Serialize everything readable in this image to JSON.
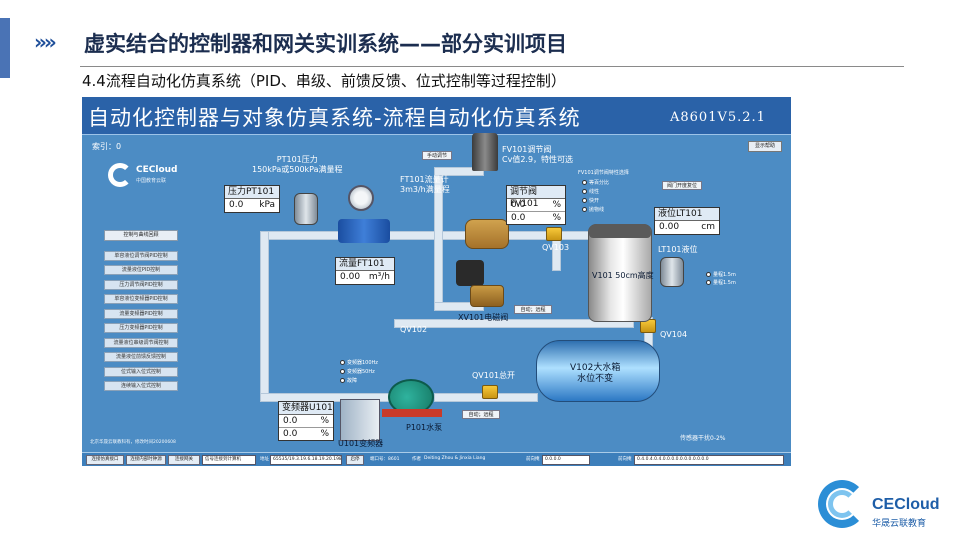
{
  "slide": {
    "chevrons": "»»",
    "title": "虚实结合的控制器和网关实训系统——部分实训项目",
    "subtitle": "4.4流程自动化仿真系统（PID、串级、前馈反馈、位式控制等过程控制）"
  },
  "sim": {
    "title": "自动化控制器与对象仿真系统-流程自动化仿真系统",
    "version": "A8601V5.2.1",
    "index_label": "索引：0",
    "help_button": "显示帮助",
    "logo_name": "CECloud",
    "logo_sub": "中国教育云联",
    "menu_head": "控制与曲线回顾",
    "menu_items": [
      "单容液位调节阀PID控制",
      "流量液位PID控制",
      "压力调节阀PID控制",
      "单容液位变频器PID控制",
      "流量变频器PID控制",
      "压力变频器PID控制",
      "流量液位串级调节阀控制",
      "流量液位前馈反馈控制",
      "位式输入位式控制",
      "连续输入位式控制"
    ],
    "pressure": {
      "label": "PT101压力\n150kPa或500kPa满量程",
      "panel_title": "压力PT101",
      "value": "0.0",
      "unit": "kPa"
    },
    "flowmeter": {
      "label": "FT101流量计\n3m3/h满量程",
      "panel_title": "流量FT101",
      "value": "0.00",
      "unit": "m³/h"
    },
    "control_valve": {
      "label": "FV101调节阀\nCv值2.9，特性可选",
      "panel_title": "调节阀FV101",
      "value1": "0.0",
      "value2": "0.0",
      "unit": "%",
      "characteristic_title": "FV101调节阀特性选择",
      "options": [
        "等百分比",
        "线性",
        "快开",
        "抛物线"
      ],
      "open_button": "手动调节",
      "reset_button": "阀门开度复位"
    },
    "level": {
      "panel_title": "液位LT101",
      "value": "0.00",
      "unit": "cm",
      "tx_label": "LT101液位",
      "options": [
        "量程1.5m",
        "量程1.5m"
      ]
    },
    "tanks": {
      "v101": "V101 50cm高度",
      "v102": "V102大水箱\n水位不变"
    },
    "valves": {
      "qv103": "QV103",
      "qv102": "QV102",
      "qv104": "QV104",
      "qv101": "QV101总开",
      "xv101": "XV101电磁阀",
      "auto_remote_1": "自动；远程",
      "auto_remote_2": "自动；远程"
    },
    "pump": {
      "label": "P101水泵",
      "options": [
        "变频器100Hz",
        "变频器50Hz"
      ],
      "fault_button": "故障"
    },
    "vfd": {
      "panel_title": "变频器U101",
      "value1": "0.0",
      "value2": "0.0",
      "unit": "%",
      "label": "U101变频器"
    },
    "footer_note": "北京华晟云联教科有，修改时间20200608",
    "sensor_note": "传感器干扰0-2%",
    "status_bar": {
      "btn1": "连接仿真接口",
      "btn2": "连接内部时钟源",
      "btn3": "连接网关",
      "port_field": "信号连接到计算机",
      "addr_label": "地址",
      "addr_value": "65535/19.3.19.6.18.19.20.1987.8",
      "btn4": "启停",
      "port_label": "端口号：8601",
      "author_label": "作者",
      "author_value": "Deiting Zhou & Jinxia Liang",
      "mask_label": "前向掩",
      "mask_value": "0.0.0.0",
      "mask2_label": "前向掩",
      "mask2_value": "0.4.0.4.0.4.0.0.0.0.0.0.0.0.0.0.0"
    }
  },
  "corner_logo": {
    "name": "CECloud",
    "sub": "华晟云联教育"
  },
  "colors": {
    "sim_bg": "#4c8cc4",
    "sim_header": "#2a62a8",
    "title_text": "#1b2d4f",
    "brand_blue": "#1e5ea8"
  }
}
